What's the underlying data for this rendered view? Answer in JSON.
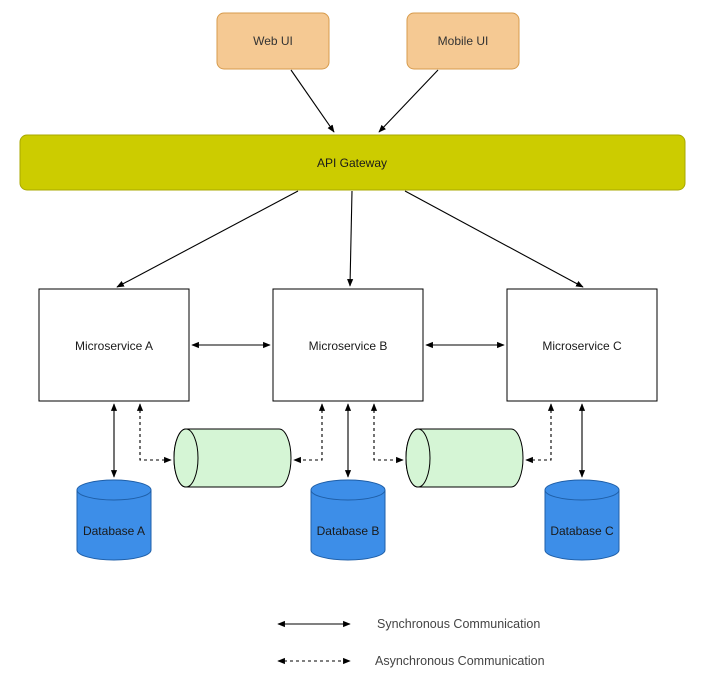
{
  "nodes": {
    "web_ui": {
      "label": "Web UI",
      "color": "#f5c993",
      "stroke": "#d79b4c"
    },
    "mobile_ui": {
      "label": "Mobile UI",
      "color": "#f5c993",
      "stroke": "#d79b4c"
    },
    "api_gateway": {
      "label": "API Gateway",
      "color": "#cccc00",
      "stroke": "#a8a800"
    },
    "microservice_a": {
      "label": "Microservice A"
    },
    "microservice_b": {
      "label": "Microservice B"
    },
    "microservice_c": {
      "label": "Microservice C"
    },
    "database_a": {
      "label": "Database A",
      "color": "#3d8ee8"
    },
    "database_b": {
      "label": "Database B",
      "color": "#3d8ee8"
    },
    "database_c": {
      "label": "Database C",
      "color": "#3d8ee8"
    },
    "queue_ab": {
      "label": "",
      "color": "#d5f5d5"
    },
    "queue_bc": {
      "label": "",
      "color": "#d5f5d5"
    }
  },
  "legend": {
    "synchronous": "Synchronous Communication",
    "asynchronous": "Asynchronous Communication"
  }
}
